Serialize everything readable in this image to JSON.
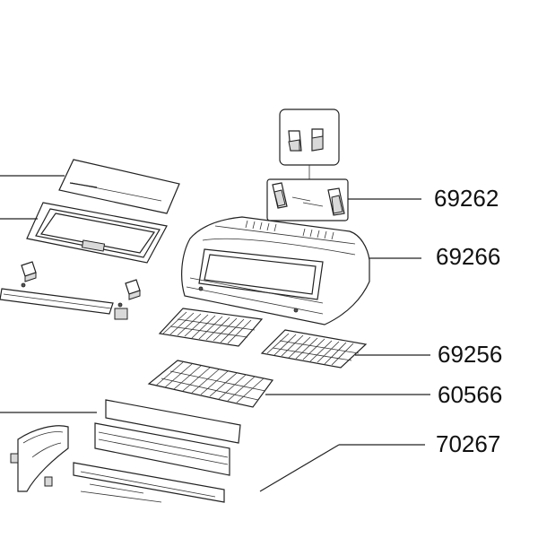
{
  "labels": {
    "p69262": "69262",
    "p69266": "69266",
    "p69256": "69256",
    "p60566": "60566",
    "p70267": "70267"
  }
}
